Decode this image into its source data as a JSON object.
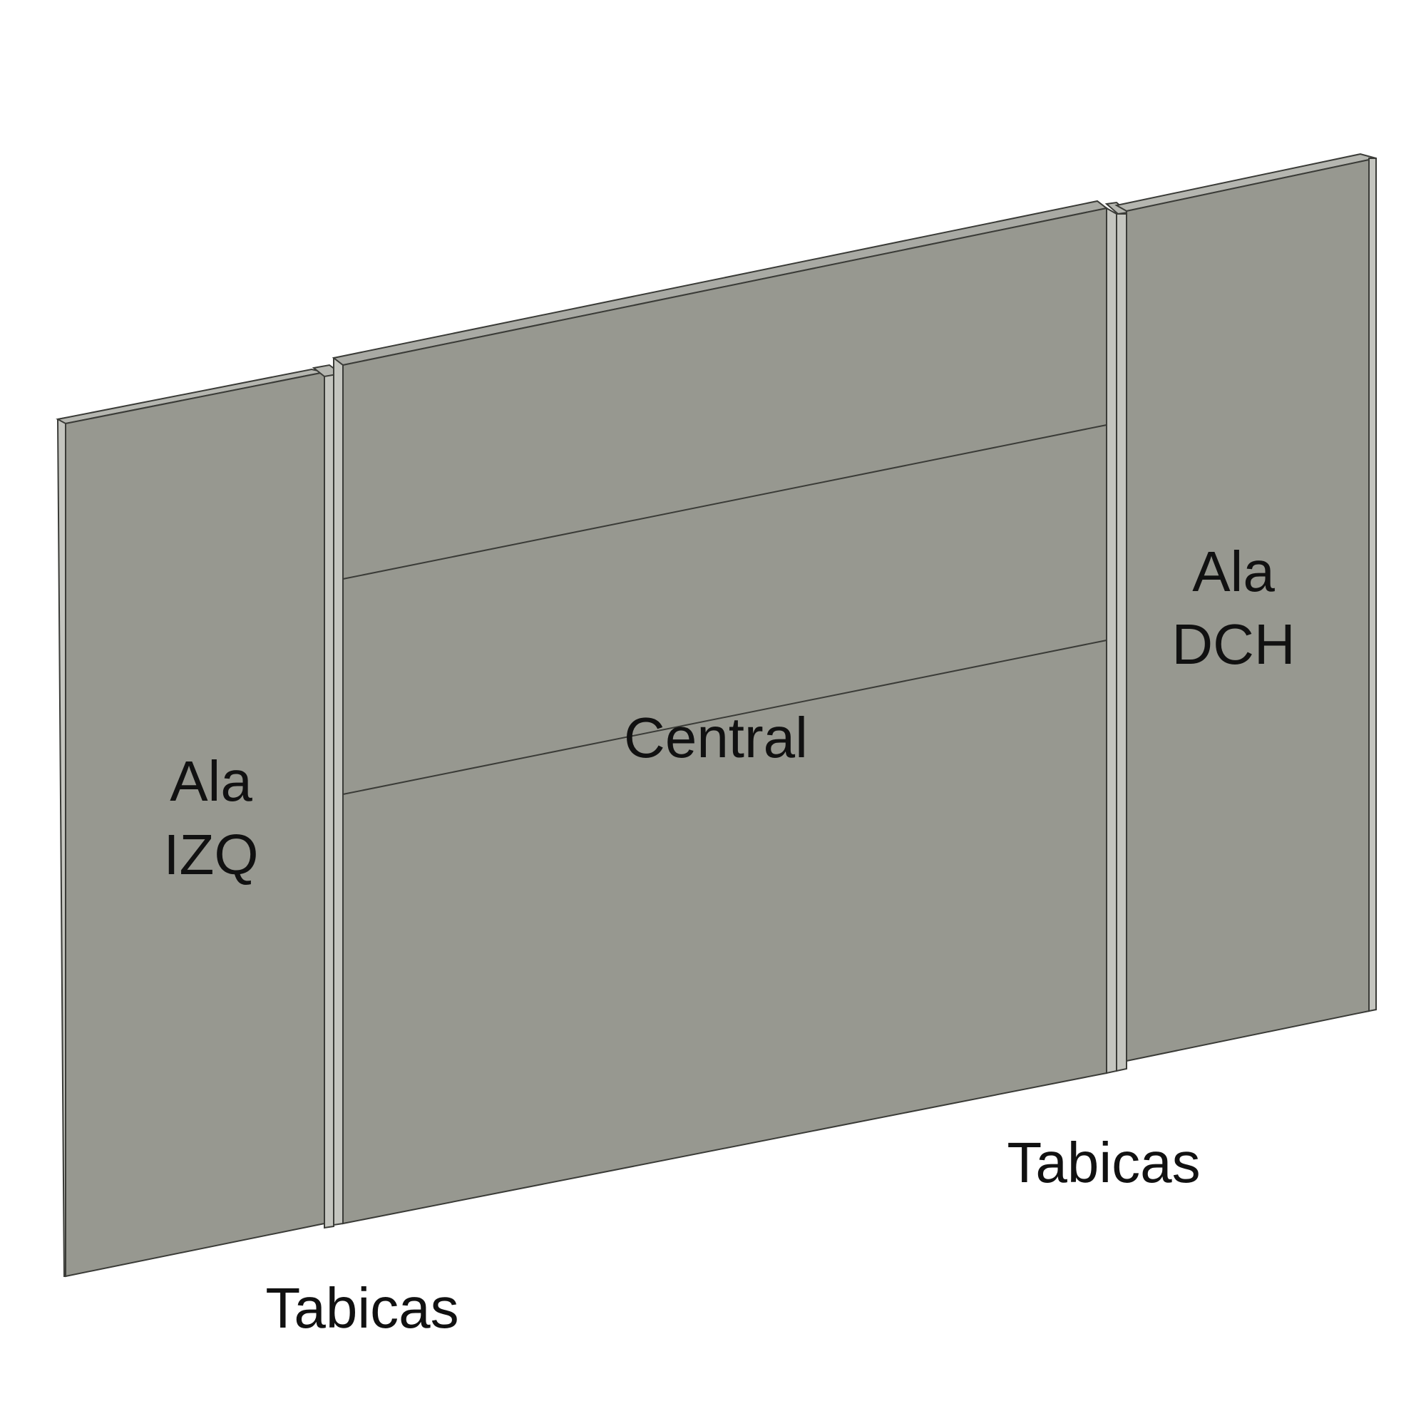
{
  "diagram": {
    "labels": {
      "left_wing_line1": "Ala",
      "left_wing_line2": "IZQ",
      "central": "Central",
      "right_wing_line1": "Ala",
      "right_wing_line2": "DCH",
      "tabicas_right": "Tabicas",
      "tabicas_left": "Tabicas"
    },
    "colors": {
      "panel_face": "#979890",
      "panel_edge_light": "#c4c5bf",
      "panel_edge_dark": "#6d6e68",
      "outline": "#3a3b37",
      "background": "#ffffff",
      "text": "#111111"
    }
  }
}
